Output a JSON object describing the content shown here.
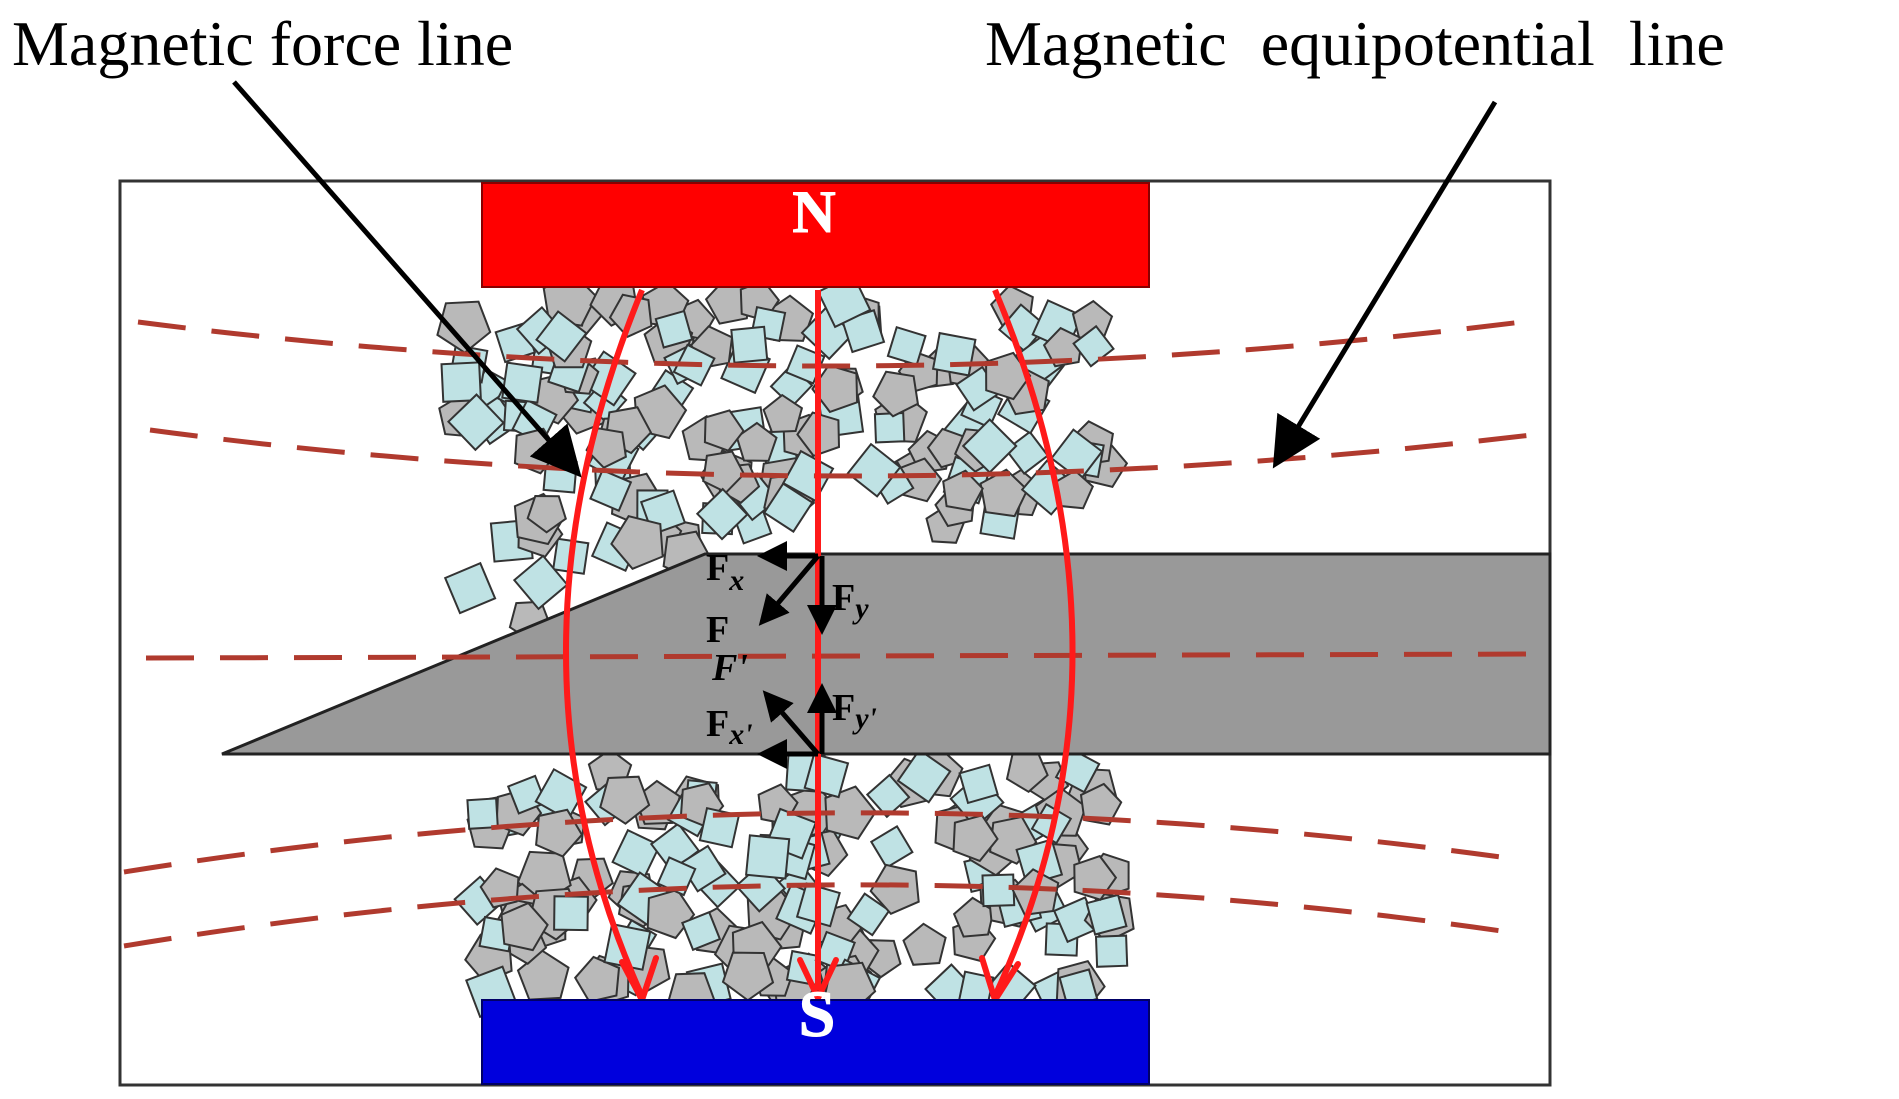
{
  "labels": {
    "force_line": "Magnetic force line",
    "equipotential_line": "Magnetic  equipotential  line",
    "north_pole": "N",
    "south_pole": "S",
    "fx": "F",
    "fx_sub": "x",
    "fy": "F",
    "fy_sub": "y",
    "f": "F",
    "f_prime": "F'",
    "fx_prime": "F",
    "fx_prime_sub": "x'",
    "fy_prime": "F",
    "fy_prime_sub": "y'"
  },
  "colors": {
    "north_pole": "#ff0000",
    "south_pole": "#0000dd",
    "workpiece": "#999999",
    "force_line": "#ff1a1a",
    "equipotential_line": "#b03a2e",
    "square_particle": "#bfe2e4",
    "pentagon_particle": "#b9b9b9"
  }
}
